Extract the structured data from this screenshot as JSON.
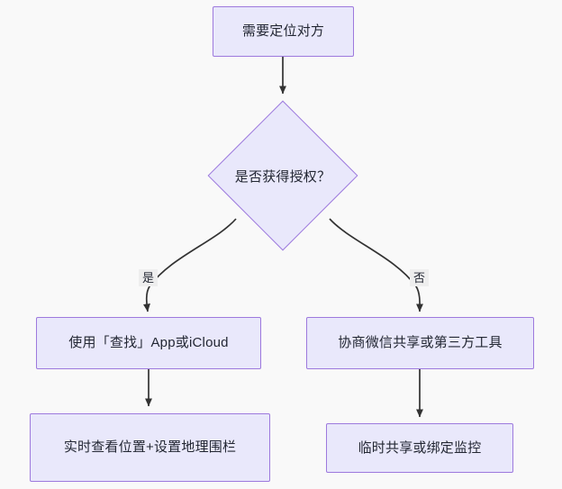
{
  "diagram": {
    "type": "flowchart",
    "direction": "top-down",
    "background_color": "#f9f9f9",
    "node_fill_color": "#e9e8fb",
    "node_border_color": "#9d79dd",
    "node_text_color": "#232733",
    "edge_color": "#333333",
    "edge_label_background": "#eeeeee",
    "nodes": [
      {
        "id": "start",
        "shape": "rectangle",
        "label": "需要定位对方"
      },
      {
        "id": "decision",
        "shape": "diamond",
        "label": "是否获得授权？"
      },
      {
        "id": "yes_action",
        "shape": "rectangle",
        "label": "使用「查找」App或iCloud"
      },
      {
        "id": "no_action",
        "shape": "rectangle",
        "label": "协商微信共享或第三方工具"
      },
      {
        "id": "yes_result",
        "shape": "rectangle",
        "label": "实时查看位置+设置地理围栏"
      },
      {
        "id": "no_result",
        "shape": "rectangle",
        "label": "临时共享或绑定监控"
      }
    ],
    "edges": [
      {
        "from": "start",
        "to": "decision",
        "label": ""
      },
      {
        "from": "decision",
        "to": "yes_action",
        "label": "是"
      },
      {
        "from": "decision",
        "to": "no_action",
        "label": "否"
      },
      {
        "from": "yes_action",
        "to": "yes_result",
        "label": ""
      },
      {
        "from": "no_action",
        "to": "no_result",
        "label": ""
      }
    ],
    "edge_labels": {
      "yes": "是",
      "no": "否"
    }
  }
}
